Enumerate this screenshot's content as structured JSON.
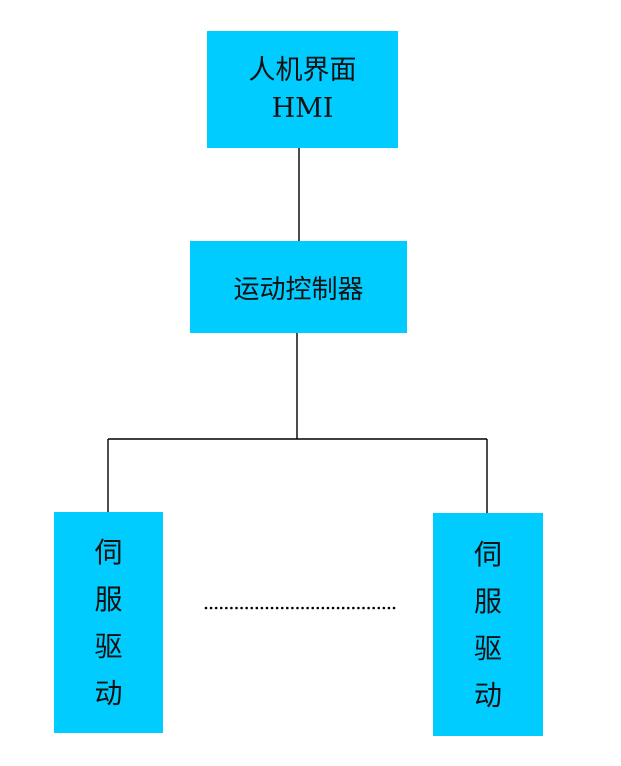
{
  "colors": {
    "node_fill": "#00ccff",
    "line": "#000000",
    "background": "#ffffff"
  },
  "nodes": {
    "hmi": {
      "title": "人机界面",
      "subtitle": "HMI"
    },
    "controller": {
      "label": "运动控制器"
    },
    "servo_left": {
      "chars": [
        "伺",
        "服",
        "驱",
        "动"
      ]
    },
    "servo_right": {
      "chars": [
        "伺",
        "服",
        "驱",
        "动"
      ]
    }
  },
  "ellipsis": {
    "dot_count": 38
  }
}
